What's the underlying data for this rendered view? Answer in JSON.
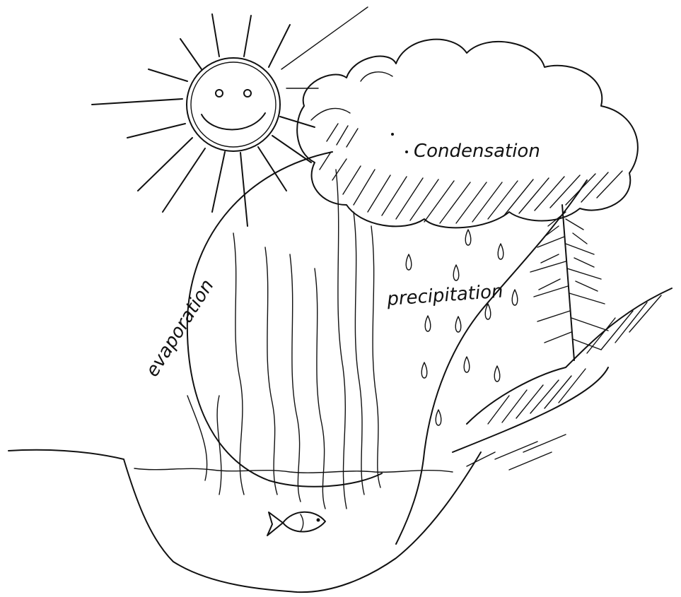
{
  "labels": {
    "condensation": "Condensation",
    "evaporation": "evaporation",
    "precipitation": "precipitation"
  },
  "colors": {
    "ink": "#111111",
    "background": "#ffffff"
  },
  "icons": [
    "sun-icon",
    "cloud-icon",
    "tree-icon",
    "fish-icon",
    "raindrop-icon"
  ]
}
